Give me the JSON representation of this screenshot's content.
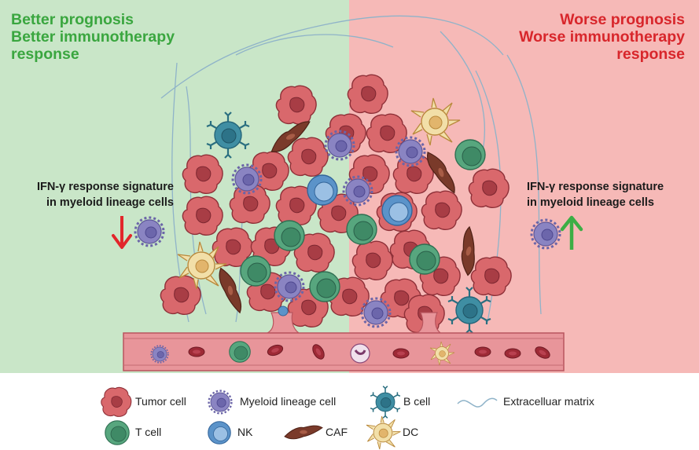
{
  "left_panel": {
    "title_line1": "Better prognosis",
    "title_line2": "Better immunotherapy",
    "title_line3": "response",
    "signature_line1": "IFN-γ response signature",
    "signature_line2": "in myeloid lineage cells",
    "arrow": "down-arrow-icon",
    "color": "#3aa63f",
    "bg_color": "#c9e6c8"
  },
  "right_panel": {
    "title_line1": "Worse prognosis",
    "title_line2": "Worse immunotherapy",
    "title_line3": "response",
    "signature_line1": "IFN-γ response signature",
    "signature_line2": "in myeloid lineage cells",
    "arrow": "up-arrow-icon",
    "color": "#d8262b",
    "bg_color": "#f6b9b7"
  },
  "legend": {
    "tumor_cell": "Tumor cell",
    "myeloid_lineage_cell": "Myeloid lineage cell",
    "b_cell": "B cell",
    "extracellular_matrix": "Extracelluar matrix",
    "t_cell": "T cell",
    "nk": "NK",
    "caf": "CAF",
    "dc": "DC"
  },
  "colors": {
    "tumor": "#d9686c",
    "tumor_dark": "#a83d45",
    "myeloid": "#8a84c2",
    "b_cell": "#3f8ea3",
    "t_cell": "#57a67e",
    "nk": "#5b93c9",
    "caf": "#7a3a2a",
    "dc": "#f2dfa8",
    "vessel": "#e8959a",
    "matrix": "#8fb3c9"
  }
}
